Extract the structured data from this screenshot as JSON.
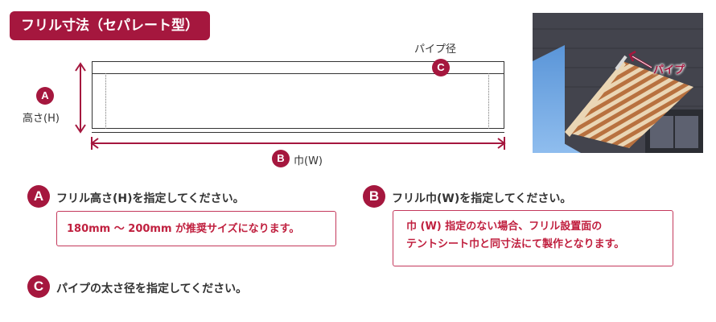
{
  "title": "フリル寸法（セパレート型）",
  "diagram": {
    "label_a_letter": "A",
    "label_a_text": "高さ(H)",
    "label_b_letter": "B",
    "label_b_text": "巾(W)",
    "label_c_letter": "C",
    "label_c_text": "パイプ径"
  },
  "photo": {
    "callout": "パイプ"
  },
  "section_a": {
    "letter": "A",
    "heading": "フリル高さ(H)を指定してください。",
    "note": "180mm 〜 200mm が推奨サイズになります。"
  },
  "section_b": {
    "letter": "B",
    "heading": "フリル巾(W)を指定してください。",
    "note_line1": "巾 (W) 指定のない場合、フリル設置面の",
    "note_line2": "テントシート巾と同寸法にて製作となります。"
  },
  "section_c": {
    "letter": "C",
    "heading": "パイプの太さ径を指定してください。"
  },
  "colors": {
    "accent": "#a5173e",
    "note_text": "#c0203f",
    "note_border": "#c4395c"
  }
}
